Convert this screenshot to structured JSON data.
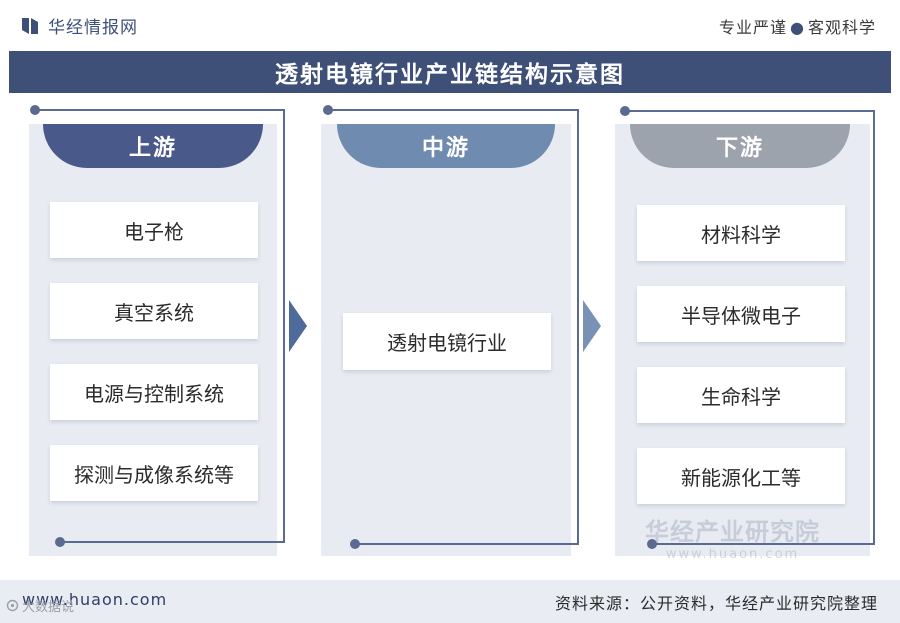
{
  "header": {
    "brand": "华经情报网",
    "slogan_left": "专业严谨",
    "slogan_dot": "●",
    "slogan_right": "客观科学"
  },
  "title": "透射电镜行业产业链结构示意图",
  "columns": [
    {
      "label": "上游",
      "items": [
        "电子枪",
        "真空系统",
        "电源与控制系统",
        "探测与成像系统等"
      ]
    },
    {
      "label": "中游",
      "items": [
        "透射电镜行业"
      ]
    },
    {
      "label": "下游",
      "items": [
        "材料科学",
        "半导体微电子",
        "生命科学",
        "新能源化工等"
      ]
    }
  ],
  "watermark": {
    "cn": "华经产业研究院",
    "en": "www.huaon.com"
  },
  "footer": {
    "url": "www.huaon.com",
    "source": "资料来源：公开资料，华经产业研究院整理",
    "credit": "大数据说"
  },
  "colors": {
    "navy": "#3e4f78",
    "upstream": "#48598a",
    "midstream": "#6f8bb0",
    "downstream": "#9da3ad",
    "panel": "#e8ecf2"
  }
}
